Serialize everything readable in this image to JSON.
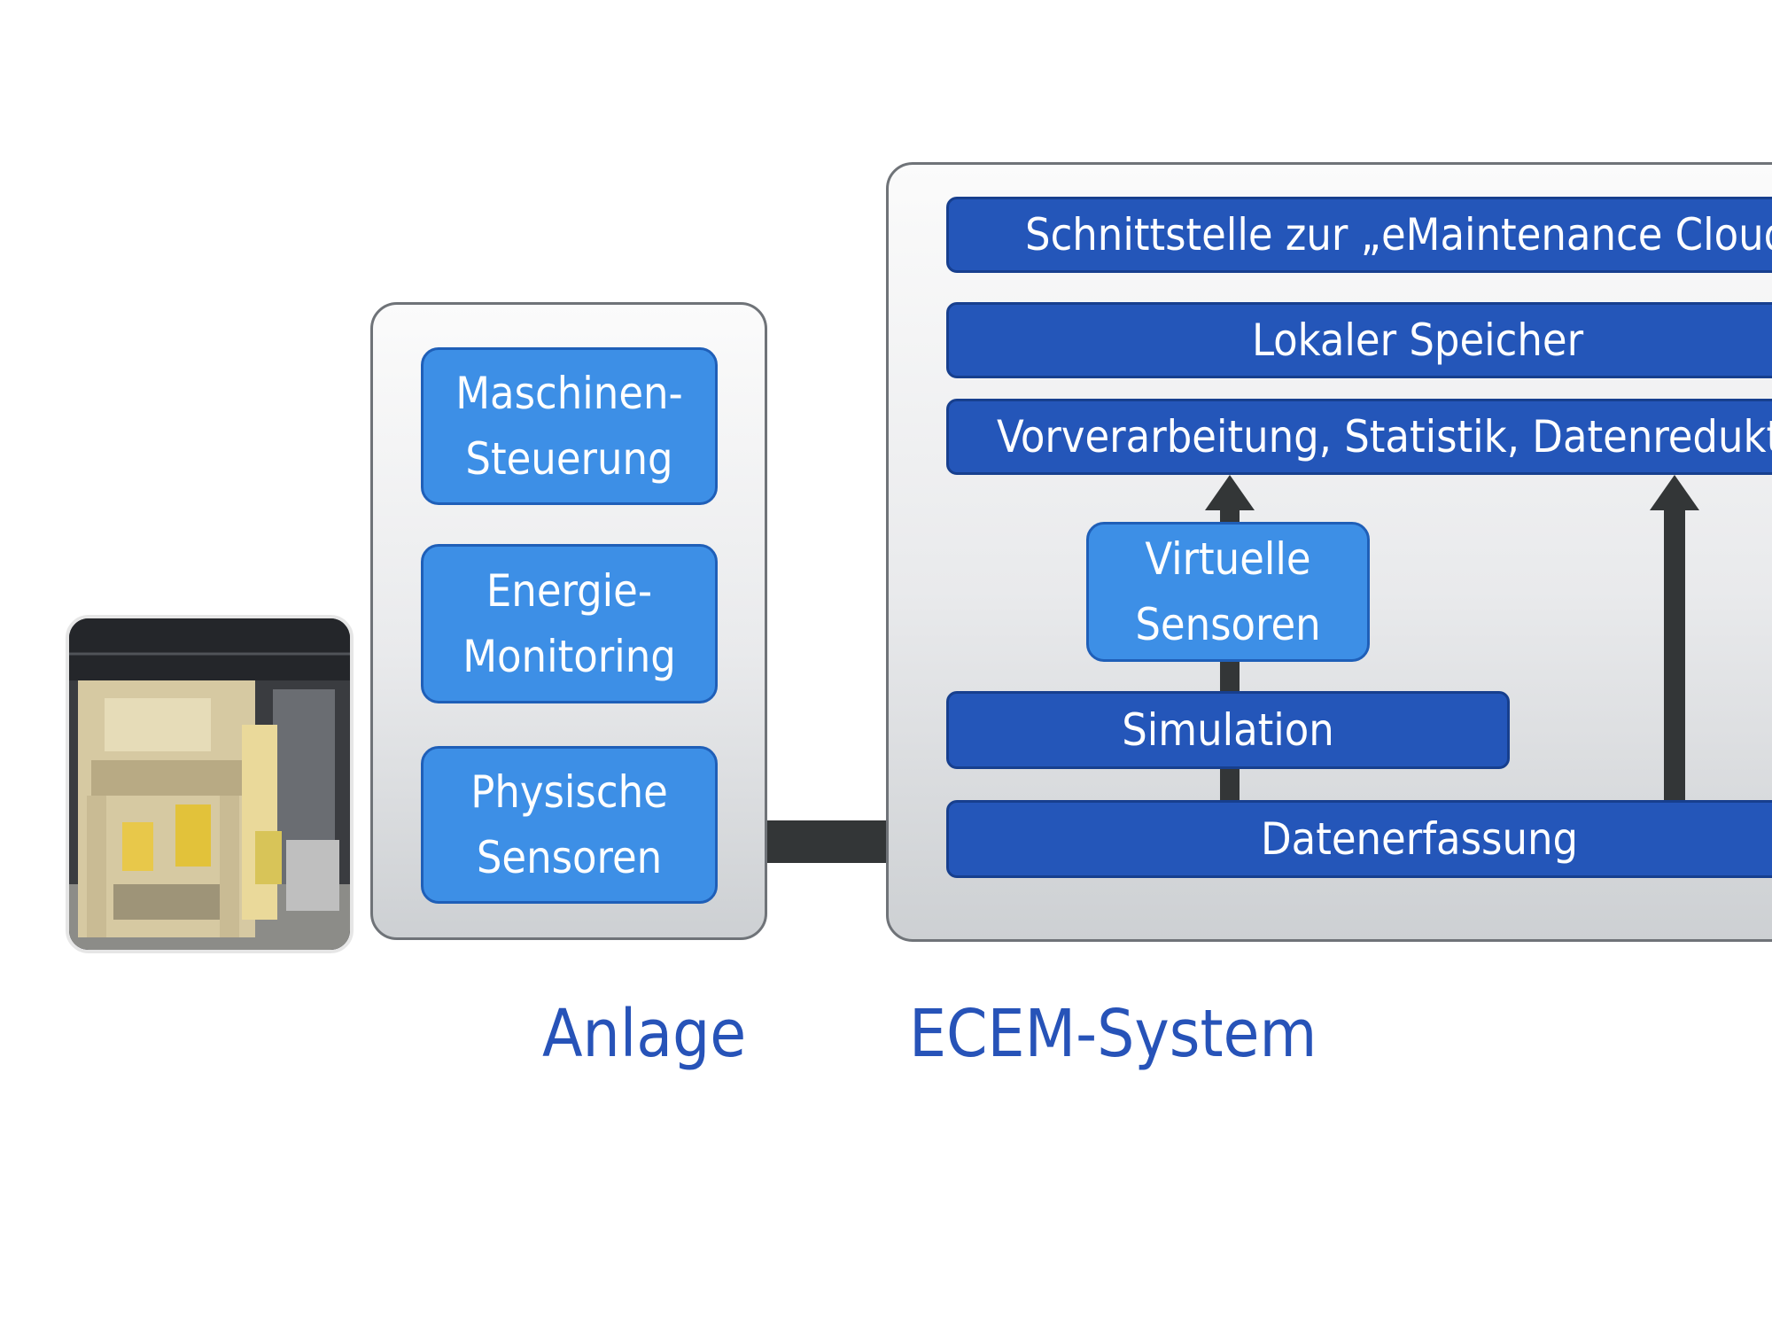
{
  "anlage_panel": {
    "blocks": [
      {
        "line1": "Maschinen-",
        "line2": "Steuerung"
      },
      {
        "line1": "Energie-",
        "line2": "Monitoring"
      },
      {
        "line1": "Physische",
        "line2": "Sensoren"
      }
    ],
    "caption": "Anlage"
  },
  "ecem_panel": {
    "schnittstelle": "Schnittstelle zur „eMaintenance Cloud",
    "speicher": "Lokaler Speicher",
    "vorverarbeitung": "Vorverarbeitung, Statistik, Datenredukti",
    "virtuelle": {
      "line1": "Virtuelle",
      "line2": "Sensoren"
    },
    "simulation": "Simulation",
    "datenerfassung": "Datenerfassung",
    "caption": "ECEM-System"
  },
  "colors": {
    "bar_dark_blue": "#2456b9",
    "block_light_blue": "#3d8fe6",
    "caption_blue": "#2753b8",
    "arrow": "#333637"
  }
}
